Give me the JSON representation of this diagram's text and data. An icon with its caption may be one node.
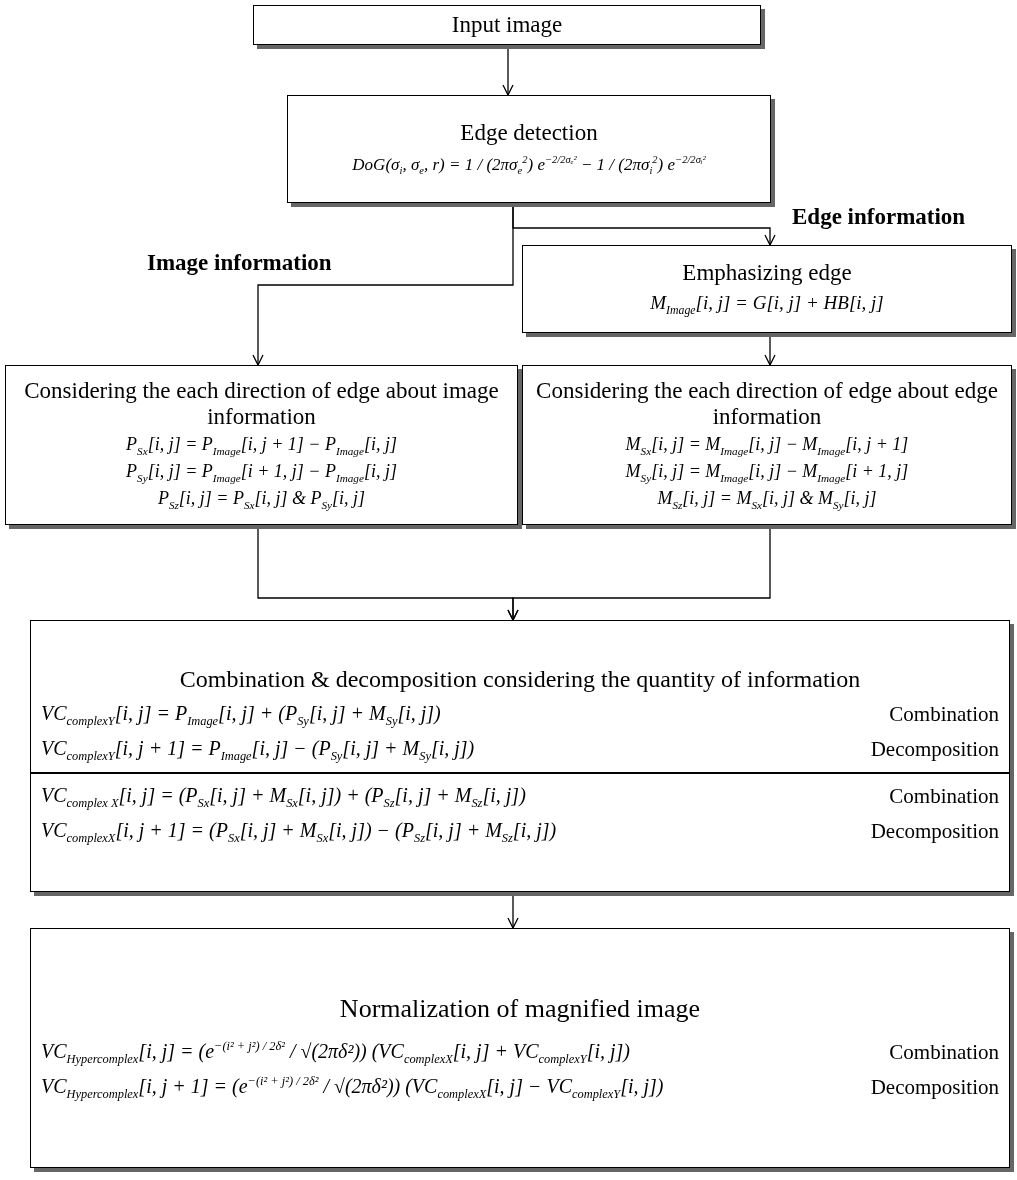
{
  "diagram": {
    "nodes": [
      {
        "text": [
          "Input image"
        ]
      },
      {
        "text": [
          "Edge detection",
          "DoG(σ$_{i}$, σ$_{e}$, r) = 1 / (2πσ$_{e}$$^{2}$) e$^{−2/2σₑ²}$ − 1 / (2πσ$_{i}$$^{2}$) e$^{−2/2σᵢ²}$"
        ]
      },
      {
        "text": [
          "Emphasizing edge",
          "M$_{Image}$[i, j] = G[i, j] + HB[i, j]"
        ]
      },
      {
        "text": [
          "Considering the each direction of edge about image information",
          "P$_{Sx}$[i, j] = P$_{Image}$[i, j + 1] − P$_{Image}$[i, j]",
          "P$_{Sy}$[i, j] = P$_{Image}$[i + 1, j] − P$_{Image}$[i, j]",
          "P$_{Sz}$[i, j] = P$_{Sx}$[i, j] & P$_{Sy}$[i, j]"
        ]
      },
      {
        "text": [
          "Considering the each direction of edge about edge information",
          "M$_{Sx}$[i, j] = M$_{Image}$[i, j] − M$_{Image}$[i, j + 1]",
          "M$_{Sy}$[i, j] = M$_{Image}$[i, j] − M$_{Image}$[i + 1, j]",
          "M$_{Sz}$[i, j] = M$_{Sx}$[i, j] & M$_{Sy}$[i, j]"
        ]
      },
      {
        "text": [
          "Combination & decomposition considering the quantity of information",
          "VC$_{complexY}$[i, j] = P$_{Image}$[i, j] + (P$_{Sy}$[i, j] + M$_{Sy}$[i, j])",
          "Combination",
          "VC$_{complexY}$[i, j + 1] = P$_{Image}$[i, j] − (P$_{Sy}$[i, j] + M$_{Sy}$[i, j])",
          "Decomposition",
          "VC$_{complex X}$[i, j] = (P$_{Sx}$[i, j] + M$_{Sx}$[i, j]) + (P$_{Sz}$[i, j] + M$_{Sz}$[i, j])",
          "Combination",
          "VC$_{complexX}$[i, j + 1] = (P$_{Sx}$[i, j] + M$_{Sx}$[i, j]) − (P$_{Sz}$[i, j] + M$_{Sz}$[i, j])",
          "Decomposition"
        ]
      },
      {
        "text": [
          "Normalization of magnified image",
          "VC$_{Hypercomplex}$[i, j] = (e$^{−(i² + j²) / 2δ²}$ / √(2πδ²)) (VC$_{complexX}$[i, j] + VC$_{complexY}$[i, j])",
          "Combination",
          "VC$_{Hypercomplex}$[i, j + 1] = (e$^{−(i² + j²) / 2δ²}$ / √(2πδ²)) (VC$_{complexX}$[i, j] − VC$_{complexY}$[i, j])",
          "Decomposition"
        ]
      }
    ],
    "edges": [
      {
        "from": 0,
        "to": 1,
        "arrow": "to"
      },
      {
        "from": 1,
        "to": 3,
        "arrow": "to",
        "label": "Image information"
      },
      {
        "from": 1,
        "to": 2,
        "arrow": "to",
        "label": "Edge information"
      },
      {
        "from": 2,
        "to": 4,
        "arrow": "to"
      },
      {
        "from": 3,
        "to": 5,
        "arrow": "to"
      },
      {
        "from": 4,
        "to": 5,
        "arrow": "to"
      },
      {
        "from": 5,
        "to": 6,
        "arrow": "to"
      }
    ]
  }
}
